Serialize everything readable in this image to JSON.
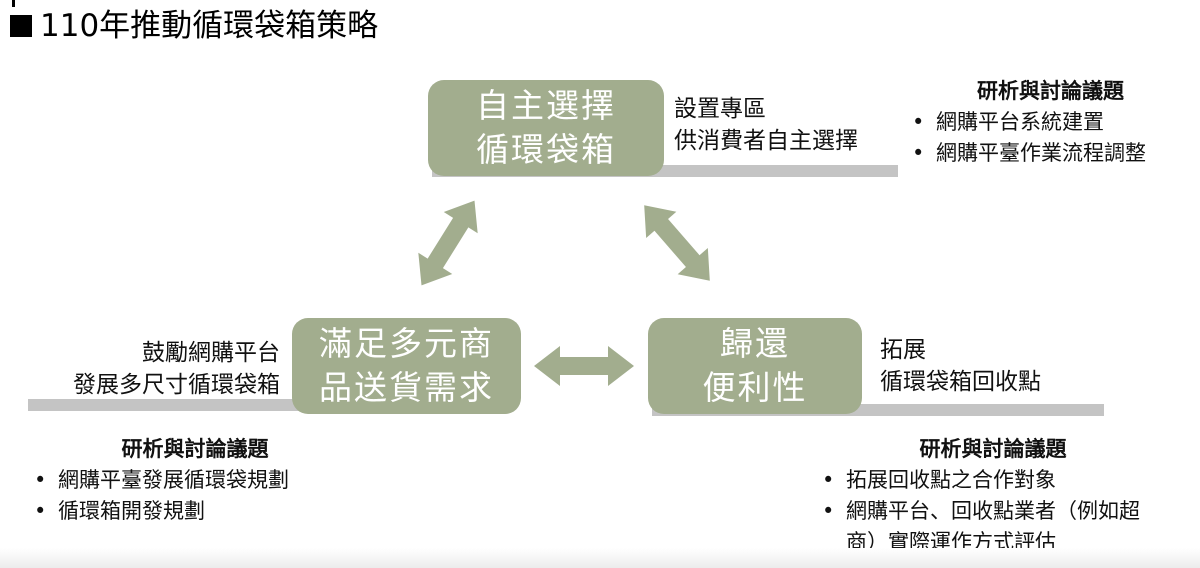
{
  "title": "110年推動循環袋箱策略",
  "boxes": {
    "top": [
      "自主選擇",
      "循環袋箱"
    ],
    "left": [
      "滿足多元商",
      "品送貨需求"
    ],
    "right": [
      "歸還",
      "便利性"
    ]
  },
  "side_notes": {
    "top": [
      "設置專區",
      "供消費者自主選擇"
    ],
    "left": [
      "鼓勵網購平台",
      "發展多尺寸循環袋箱"
    ],
    "right": [
      "拓展",
      "循環袋箱回收點"
    ]
  },
  "topics": {
    "top": {
      "heading": "研析與討論議題",
      "items": [
        "網購平台系統建置",
        "網購平臺作業流程調整"
      ]
    },
    "left": {
      "heading": "研析與討論議題",
      "items": [
        "網購平臺發展循環袋規劃",
        "循環箱開發規劃"
      ]
    },
    "right": {
      "heading": "研析與討論議題",
      "items": [
        "拓展回收點之合作對象",
        "網購平台、回收點業者（例如超商）實際運作方式評估"
      ]
    }
  },
  "colors": {
    "box_fill": "#a2ad8e",
    "arrow_fill": "#a2ad8e",
    "bar_fill": "#c4c4c4"
  }
}
